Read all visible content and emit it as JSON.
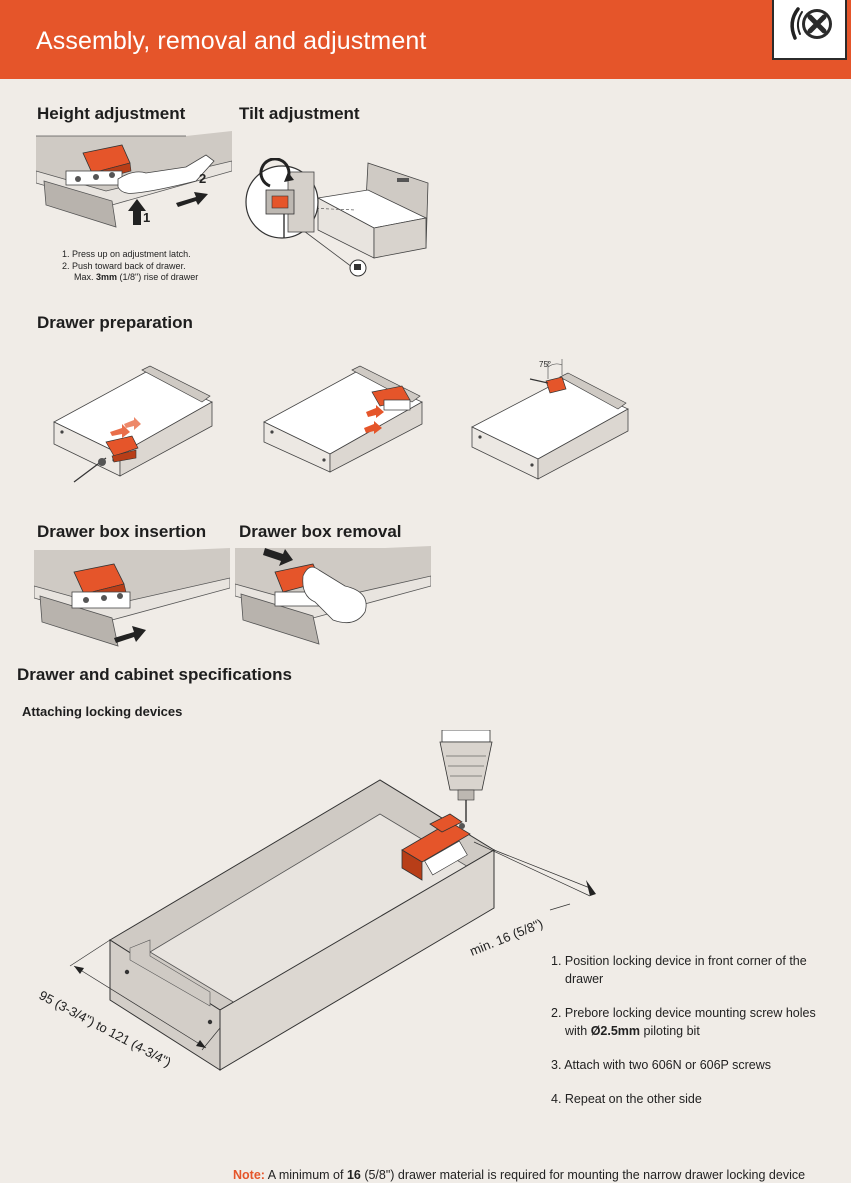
{
  "header": {
    "title": "Assembly, removal and adjustment",
    "accent_color": "#e5552a",
    "logo_icon": "screwdriver-screw-icon"
  },
  "sections": {
    "height_adjustment": {
      "title": "Height adjustment",
      "callout_1": "1",
      "callout_2": "2",
      "step_1": "1.  Press up on adjustment latch.",
      "step_2": "2.  Push toward back of drawer.",
      "step_2_detail_prefix": "Max. ",
      "step_2_detail_bold": "3mm",
      "step_2_detail_suffix": " (1/8\") rise of drawer"
    },
    "tilt_adjustment": {
      "title": "Tilt adjustment"
    },
    "drawer_preparation": {
      "title": "Drawer preparation",
      "angle_label": "75°"
    },
    "drawer_box_insertion": {
      "title": "Drawer box insertion"
    },
    "drawer_box_removal": {
      "title": "Drawer box removal"
    },
    "specifications": {
      "title": "Drawer and cabinet specifications",
      "subtitle": "Attaching locking devices",
      "dimension_min": "min. 16 (5/8\")",
      "dimension_range": "95 (3-3/4\") to 121 (4-3/4\")"
    }
  },
  "instructions": [
    {
      "prefix": "1. Position locking device in front corner of the drawer"
    },
    {
      "prefix": "2. Prebore locking device mounting screw holes with ",
      "bold": "Ø2.5mm",
      "suffix": " piloting bit"
    },
    {
      "prefix": "3. Attach with two 606N or 606P screws"
    },
    {
      "prefix": "4. Repeat on the other side"
    }
  ],
  "note": {
    "label": "Note:",
    "text_before": " A minimum of ",
    "bold": "16",
    "text_after": " (5/8\") drawer material is required for mounting the narrow drawer locking device"
  }
}
